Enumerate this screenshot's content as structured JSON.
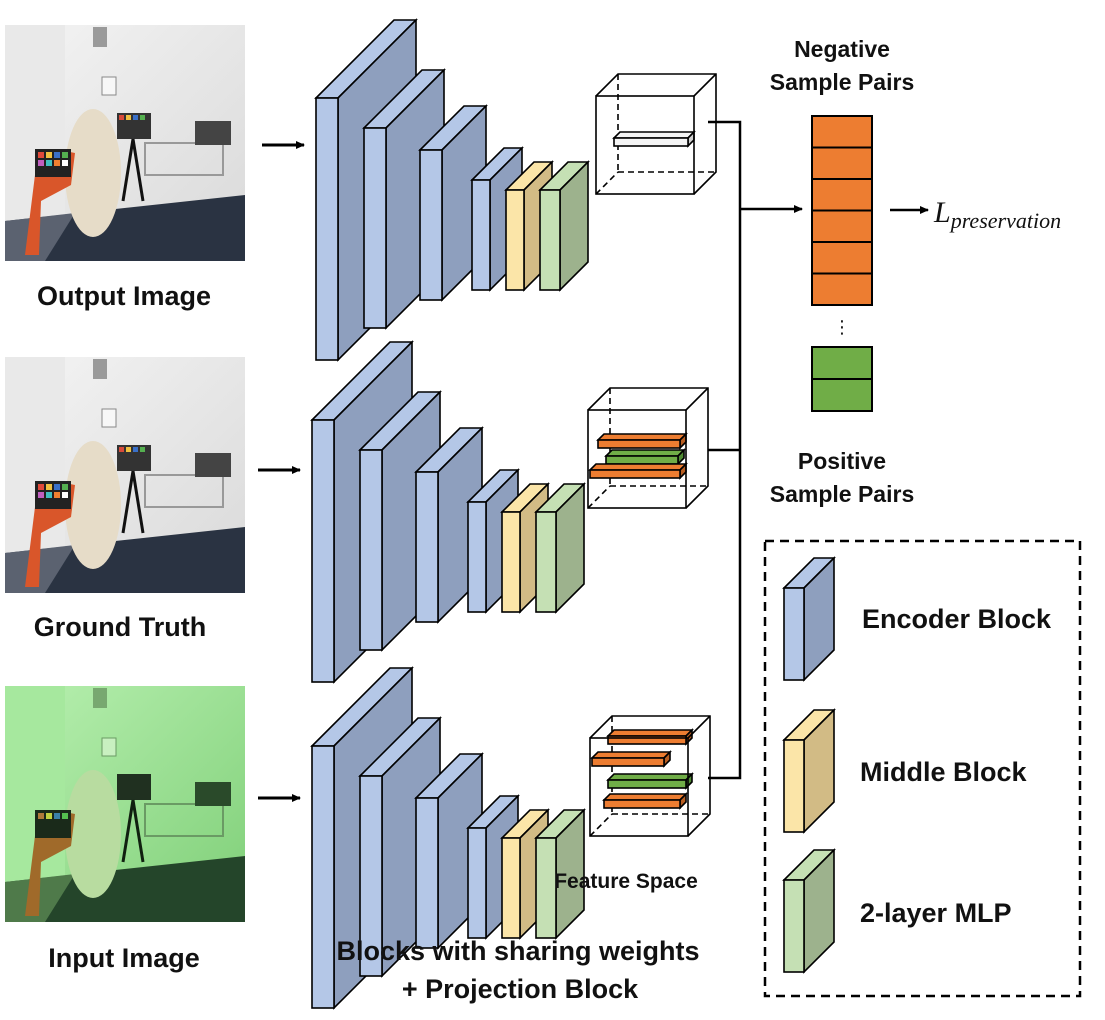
{
  "labels": {
    "output_image": "Output Image",
    "ground_truth": "Ground Truth",
    "input_image": "Input Image",
    "feature_space": "Feature Space",
    "blocks_line1": "Blocks with sharing weights",
    "blocks_line2": "+ Projection Block",
    "negative_line1": "Negative",
    "negative_line2": "Sample Pairs",
    "positive_line1": "Positive",
    "positive_line2": "Sample Pairs",
    "loss_symbol": "L",
    "loss_subscript": "preservation",
    "ellipsis": "⋮"
  },
  "legend": {
    "items": [
      {
        "label": "Encoder Block",
        "color": "encoder"
      },
      {
        "label": "Middle Block",
        "color": "middle"
      },
      {
        "label": "2-layer MLP",
        "color": "mlp"
      }
    ]
  },
  "colors": {
    "encoder_front": "#b4c7e7",
    "encoder_side": "#8e9fbe",
    "middle_front": "#fbe5a8",
    "middle_side": "#d2bb85",
    "mlp_front": "#c5e0b4",
    "mlp_side": "#9db28d",
    "negative_sample": "#ed7d31",
    "positive_sample": "#70ad47"
  }
}
